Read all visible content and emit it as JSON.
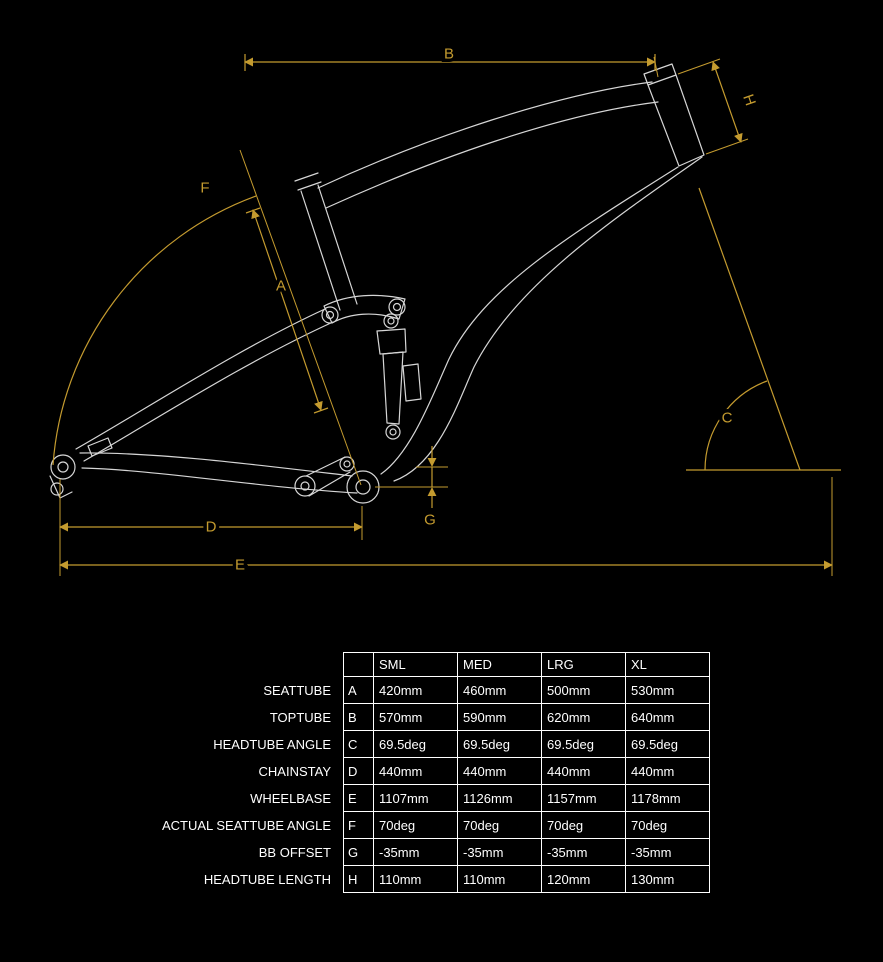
{
  "colors": {
    "background": "#000000",
    "frame_line": "#d6d6d6",
    "dimension": "#c49b2f",
    "table_border": "#ffffff",
    "text": "#ffffff"
  },
  "diagram": {
    "labels": {
      "A": "A",
      "B": "B",
      "C": "C",
      "D": "D",
      "E": "E",
      "F": "F",
      "G": "G",
      "H": "H"
    }
  },
  "table": {
    "corner_header": "",
    "columns": [
      "SML",
      "MED",
      "LRG",
      "XL"
    ],
    "rows": [
      {
        "label": "SEATTUBE",
        "key": "A",
        "values": [
          "420mm",
          "460mm",
          "500mm",
          "530mm"
        ]
      },
      {
        "label": "TOPTUBE",
        "key": "B",
        "values": [
          "570mm",
          "590mm",
          "620mm",
          "640mm"
        ]
      },
      {
        "label": "HEADTUBE ANGLE",
        "key": "C",
        "values": [
          "69.5deg",
          "69.5deg",
          "69.5deg",
          "69.5deg"
        ]
      },
      {
        "label": "CHAINSTAY",
        "key": "D",
        "values": [
          "440mm",
          "440mm",
          "440mm",
          "440mm"
        ]
      },
      {
        "label": "WHEELBASE",
        "key": "E",
        "values": [
          "1107mm",
          "1126mm",
          "1157mm",
          "1178mm"
        ]
      },
      {
        "label": "ACTUAL SEATTUBE ANGLE",
        "key": "F",
        "values": [
          "70deg",
          "70deg",
          "70deg",
          "70deg"
        ]
      },
      {
        "label": "BB OFFSET",
        "key": "G",
        "values": [
          "-35mm",
          "-35mm",
          "-35mm",
          "-35mm"
        ]
      },
      {
        "label": "HEADTUBE LENGTH",
        "key": "H",
        "values": [
          "110mm",
          "110mm",
          "120mm",
          "130mm"
        ]
      }
    ]
  }
}
